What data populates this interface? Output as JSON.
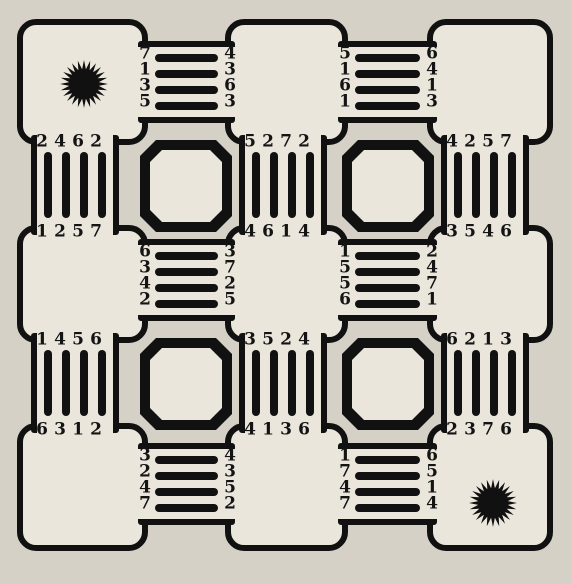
{
  "puzzle": {
    "colors": {
      "ink": "#111111",
      "paper": "#ebe6db",
      "background": "#d6d1c6"
    },
    "horizontal_connectors": [
      {
        "id": "top-left",
        "left": [
          "7",
          "1",
          "3",
          "5"
        ],
        "right": [
          "4",
          "3",
          "6",
          "3"
        ]
      },
      {
        "id": "top-right",
        "left": [
          "5",
          "1",
          "6",
          "1"
        ],
        "right": [
          "6",
          "4",
          "1",
          "3"
        ]
      },
      {
        "id": "mid-left",
        "left": [
          "6",
          "3",
          "4",
          "2"
        ],
        "right": [
          "3",
          "7",
          "2",
          "5"
        ]
      },
      {
        "id": "mid-right",
        "left": [
          "1",
          "5",
          "5",
          "6"
        ],
        "right": [
          "2",
          "4",
          "7",
          "1"
        ]
      },
      {
        "id": "bottom-left",
        "left": [
          "3",
          "2",
          "4",
          "7"
        ],
        "right": [
          "4",
          "3",
          "5",
          "2"
        ]
      },
      {
        "id": "bottom-right",
        "left": [
          "1",
          "7",
          "4",
          "7"
        ],
        "right": [
          "6",
          "5",
          "1",
          "4"
        ]
      }
    ],
    "vertical_connectors": [
      {
        "id": "upper-left",
        "top": [
          "2",
          "4",
          "6",
          "2"
        ],
        "bottom": [
          "1",
          "2",
          "5",
          "7"
        ]
      },
      {
        "id": "upper-center",
        "top": [
          "5",
          "2",
          "7",
          "2"
        ],
        "bottom": [
          "4",
          "6",
          "1",
          "4"
        ]
      },
      {
        "id": "upper-right",
        "top": [
          "4",
          "2",
          "5",
          "7"
        ],
        "bottom": [
          "3",
          "5",
          "4",
          "6"
        ]
      },
      {
        "id": "lower-left",
        "top": [
          "1",
          "4",
          "5",
          "6"
        ],
        "bottom": [
          "6",
          "3",
          "1",
          "2"
        ]
      },
      {
        "id": "lower-center",
        "top": [
          "3",
          "5",
          "2",
          "4"
        ],
        "bottom": [
          "4",
          "1",
          "3",
          "6"
        ]
      },
      {
        "id": "lower-right",
        "top": [
          "6",
          "2",
          "1",
          "3"
        ],
        "bottom": [
          "2",
          "3",
          "7",
          "6"
        ]
      }
    ],
    "suns": [
      {
        "id": "start-sun",
        "icon": "sun-icon"
      },
      {
        "id": "goal-sun",
        "icon": "sun-icon"
      }
    ]
  }
}
